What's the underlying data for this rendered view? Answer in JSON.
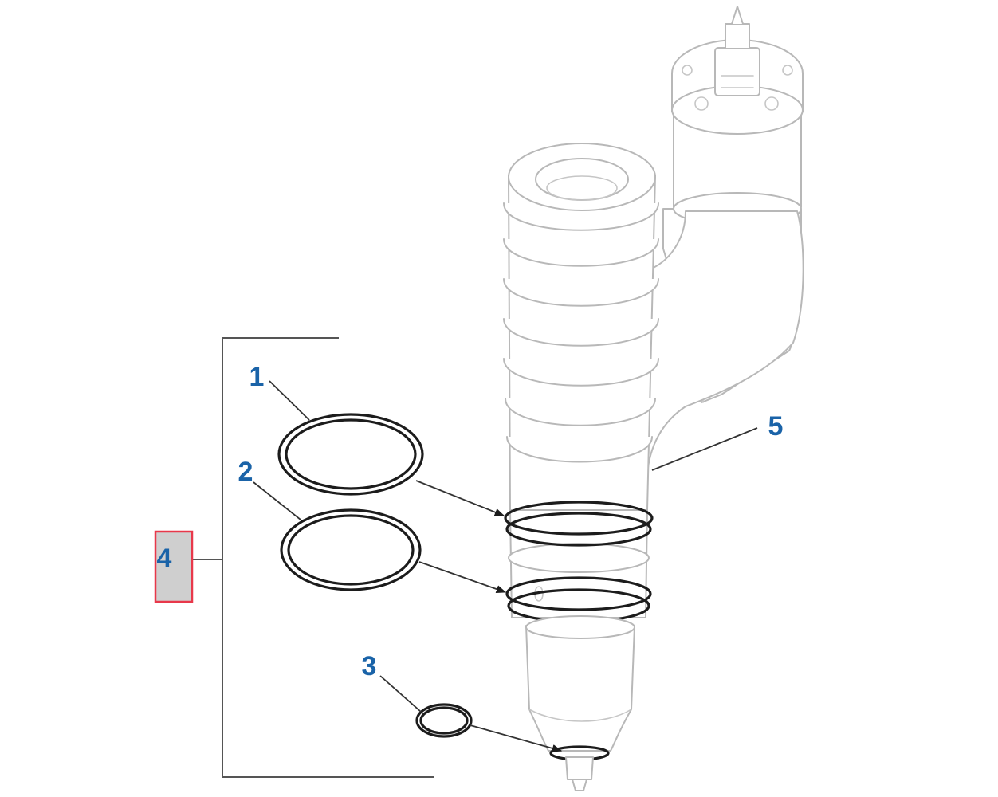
{
  "colors": {
    "callout_text": "#1a63a8",
    "highlight_fill": "#cfcfcf",
    "highlight_border": "#e8384a",
    "line_art": "#b8b8b8",
    "ring_stroke": "#1c1c1c",
    "leader_line": "#333333"
  },
  "callouts": {
    "part1": "1",
    "part2": "2",
    "part3": "3",
    "part4": "4",
    "part5": "5"
  },
  "highlighted_callout": "4"
}
